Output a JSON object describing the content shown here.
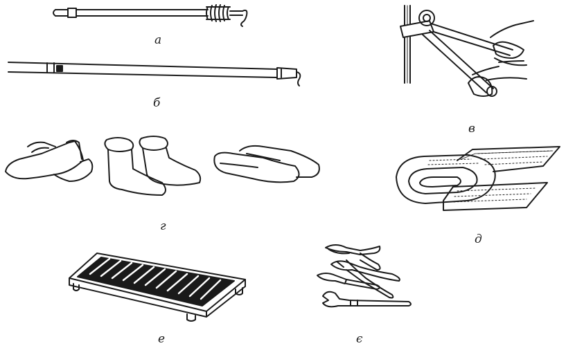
{
  "figure": {
    "ink_color": "#1a1a1a",
    "background": "#ffffff",
    "panels": [
      {
        "id": "a",
        "letter": "а",
        "icon": "hot-stick-icon"
      },
      {
        "id": "b",
        "letter": "б",
        "icon": "insulating-rod-icon"
      },
      {
        "id": "v",
        "letter": "в",
        "icon": "insulating-pliers-icon"
      },
      {
        "id": "g",
        "letter": "г",
        "icon": "dielectric-gloves-boots-galoshes-icon"
      },
      {
        "id": "d",
        "letter": "д",
        "icon": "rubber-mat-icon"
      },
      {
        "id": "e",
        "letter": "е",
        "icon": "insulating-stand-icon"
      },
      {
        "id": "ye",
        "letter": "є",
        "icon": "insulated-tools-icon"
      }
    ]
  }
}
